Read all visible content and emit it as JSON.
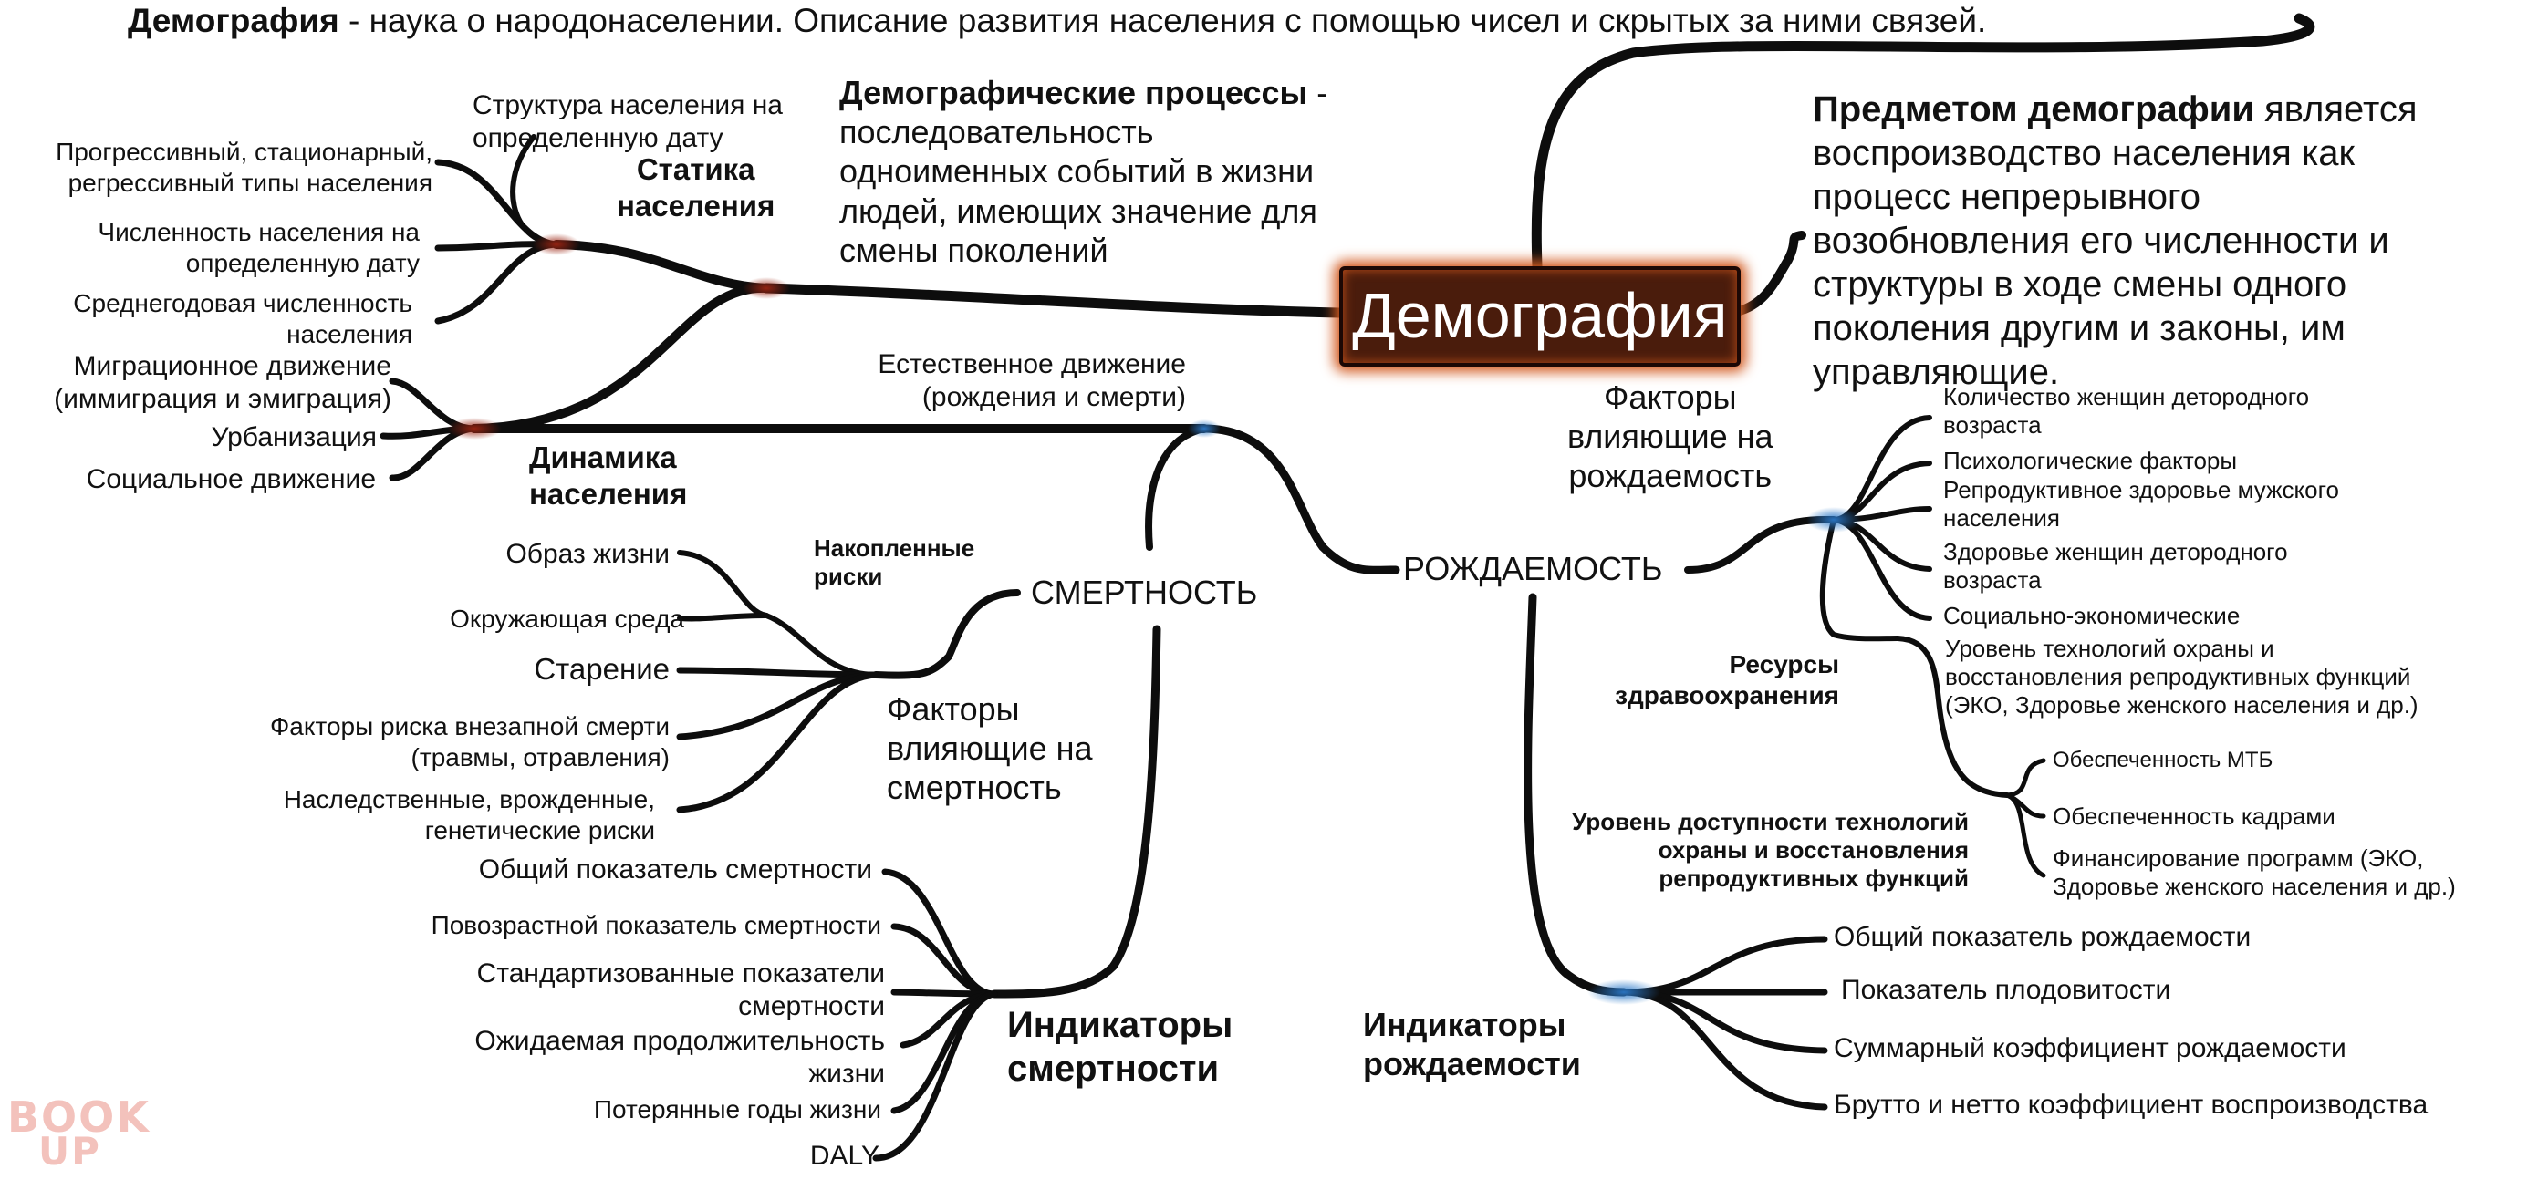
{
  "header": {
    "term": "Демография",
    "definition": " - наука о народонаселении. Описание развития населения с помощью чисел и скрытых за ними связей."
  },
  "center": {
    "title": "Демография"
  },
  "subject": {
    "bold": "Предметом демографии",
    "rest": " является\nвоспроизводство населения как\nпроцесс непрерывного\nвозобновления его численности и\nструктуры в ходе смены одного\nпоколения другим и законы, им\nуправляющие."
  },
  "processes": {
    "bold": "Демографические процессы",
    "rest": " -\nпоследовательность\nодноименных событий в жизни\nлюдей, имеющих значение для\nсмены поколений"
  },
  "statics": {
    "title": "Статика\nнаселения",
    "structure": "Структура населения на\nопределенную дату",
    "items": [
      "Прогрессивный, стационарный,\nрегрессивный типы населения",
      "Численность населения на\nопределенную дату",
      "Среднегодовая численность\nнаселения"
    ]
  },
  "dynamics": {
    "title": "Динамика\nнаселения",
    "items": [
      "Миграционное движение\n(иммиграция и эмиграция)",
      "Урбанизация",
      "Социальное движение"
    ],
    "natural": "Естественное движение\n(рождения и смерти)"
  },
  "mortality": {
    "title": "СМЕРТНОСТЬ",
    "factors_title": "Факторы\nвлияющие на\nсмертность",
    "accumulated_title": "Накопленные\nриски",
    "accumulated_items": [
      "Образ жизни",
      "Окружающая среда"
    ],
    "factors": [
      "Старение",
      "Факторы риска внезапной смерти\n(травмы, отравления)",
      "Наследственные, врожденные,\nгенетические риски"
    ],
    "indicators_title": "Индикаторы\nсмертности",
    "indicators": [
      "Общий показатель смертности",
      "Повозрастной показатель смертности",
      "Стандартизованные показатели\nсмертности",
      "Ожидаемая продолжительность\nжизни",
      "Потерянные годы жизни",
      "DALY"
    ]
  },
  "fertility": {
    "title": "РОЖДАЕМОСТЬ",
    "factors_title": "Факторы\nвлияющие на\nрождаемость",
    "factors": [
      "Количество женщин детородного\nвозраста",
      "Психологические факторы",
      "Репродуктивное здоровье мужского\nнаселения",
      "Здоровье женщин детородного\nвозраста",
      "Социально-экономические"
    ],
    "healthcare_title": "Ресурсы\nздравоохранения",
    "tech_level": "Уровень технологий охраны и\nвосстановления репродуктивных функций\n(ЭКО, Здоровье женского населения и др.)",
    "access_title": "Уровень доступности технологий\nохраны и восстановления\nрепродуктивных функций",
    "access_items": [
      "Обеспеченность МТБ",
      "Обеспеченность кадрами",
      "Финансирование программ (ЭКО,\nЗдоровье женского населения и др.)"
    ],
    "indicators_title": "Индикаторы\nрождаемости",
    "indicators": [
      "Общий показатель рождаемости",
      "Показатель плодовитости",
      "Суммарный коэффициент рождаемости",
      "Брутто и нетто коэффициент воспроизводства"
    ]
  },
  "watermark": {
    "line1": "BOOK",
    "line2": "UP"
  },
  "colors": {
    "center_bg": "#4a1c0c",
    "center_glow": "#d25a20",
    "branch": "#0d0d0d",
    "left_junction": "#7a1f10",
    "right_junction": "#1f66a8"
  }
}
